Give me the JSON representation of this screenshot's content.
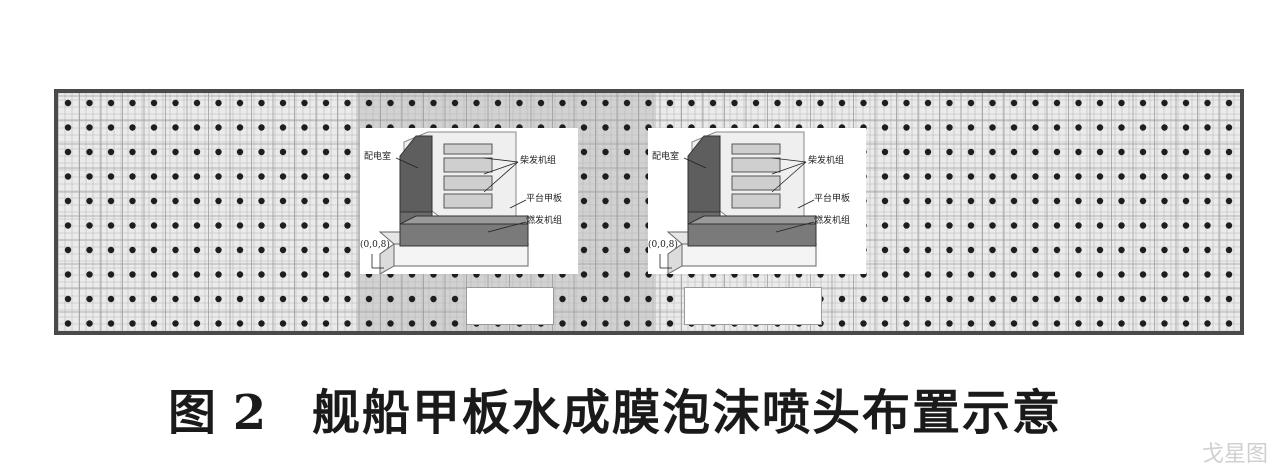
{
  "figure": {
    "number": "图 2",
    "title": "舰船甲板水成膜泡沫喷头布置示意"
  },
  "insets": [
    {
      "labels": {
        "distribution_room": "配电室",
        "diesel_units": "柴发机组",
        "platform_deck": "平台甲板",
        "gas_turbine": "燃发机组",
        "coord": "(0,0,8)"
      }
    },
    {
      "labels": {
        "distribution_room": "配电室",
        "diesel_units": "柴发机组",
        "platform_deck": "平台甲板",
        "gas_turbine": "燃发机组",
        "coord": "(0,0,8)"
      }
    }
  ],
  "watermark": "戈星图",
  "colors": {
    "deck_border": "#4a4a4a",
    "grid_line": "#b9b9b9",
    "nozzle_dot": "#1e1e1e",
    "dense_zone": "#d2d2d2"
  }
}
